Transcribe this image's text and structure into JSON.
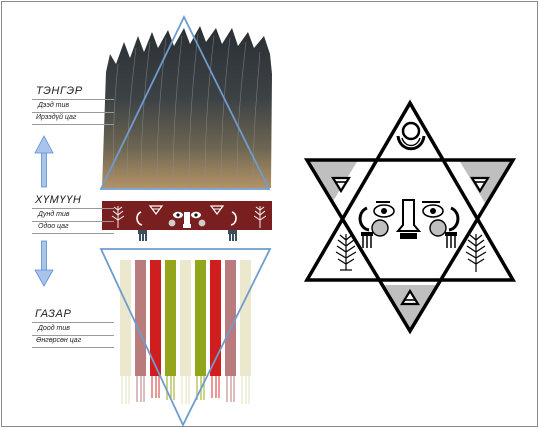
{
  "levels": {
    "upper": {
      "title": "ТЭНГЭР",
      "line1": "Дээд тив",
      "line2": "Ирээдүй цаг"
    },
    "middle": {
      "title": "ХҮМҮҮН",
      "line1": "Дунд тив",
      "line2": "Одоо цаг"
    },
    "lower": {
      "title": "ГАЗАР",
      "line1": "Доод тив",
      "line2": "Өнгөрсөн цаг"
    }
  },
  "colors": {
    "triangle_outline": "#6e9ccf",
    "arrow": "#5b8fd6",
    "band": "#7a1f1f",
    "feather_dark": "#2f3437",
    "feather_light": "#a58a63",
    "star_gray": "#bfbfbf",
    "strip_red": "#d01e1e",
    "strip_green": "#93a51b",
    "strip_pink": "#b97c7c",
    "strip_cream": "#ece8cd"
  },
  "icons": [
    "feather-crown-icon",
    "arrow-up-icon",
    "arrow-down-icon",
    "shaman-face-icon",
    "tree-icon",
    "star-of-david-icon",
    "fringe-strips-icon"
  ]
}
